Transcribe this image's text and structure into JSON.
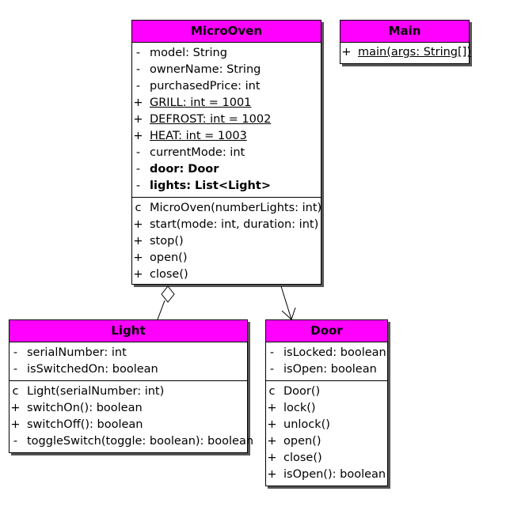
{
  "classes": {
    "microoven": {
      "name": "MicroOven",
      "attributes": [
        {
          "vis": "-",
          "text": "model: String"
        },
        {
          "vis": "-",
          "text": "ownerName: String"
        },
        {
          "vis": "-",
          "text": "purchasedPrice: int"
        },
        {
          "vis": "+",
          "text": "GRILL: int = 1001"
        },
        {
          "vis": "+",
          "text": "DEFROST: int = 1002"
        },
        {
          "vis": "+",
          "text": "HEAT: int = 1003"
        },
        {
          "vis": "-",
          "text": "currentMode: int"
        },
        {
          "vis": "-",
          "text": "door: Door"
        },
        {
          "vis": "-",
          "text": "lights: List<Light>"
        }
      ],
      "operations": [
        {
          "vis": "c",
          "text": "MicroOven(numberLights: int)"
        },
        {
          "vis": "+",
          "text": "start(mode: int, duration: int)"
        },
        {
          "vis": "+",
          "text": "stop()"
        },
        {
          "vis": "+",
          "text": "open()"
        },
        {
          "vis": "+",
          "text": "close()"
        }
      ]
    },
    "main": {
      "name": "Main",
      "operations": [
        {
          "vis": "+",
          "text": "main(args: String[])"
        }
      ]
    },
    "light": {
      "name": "Light",
      "attributes": [
        {
          "vis": "-",
          "text": "serialNumber: int"
        },
        {
          "vis": "-",
          "text": "isSwitchedOn: boolean"
        }
      ],
      "operations": [
        {
          "vis": "c",
          "text": "Light(serialNumber: int)"
        },
        {
          "vis": "+",
          "text": "switchOn(): boolean"
        },
        {
          "vis": "+",
          "text": "switchOff(): boolean"
        },
        {
          "vis": "-",
          "text": "toggleSwitch(toggle: boolean): boolean"
        }
      ]
    },
    "door": {
      "name": "Door",
      "attributes": [
        {
          "vis": "-",
          "text": "isLocked: boolean"
        },
        {
          "vis": "-",
          "text": "isOpen: boolean"
        }
      ],
      "operations": [
        {
          "vis": "c",
          "text": "Door()"
        },
        {
          "vis": "+",
          "text": "lock()"
        },
        {
          "vis": "+",
          "text": "unlock()"
        },
        {
          "vis": "+",
          "text": "open()"
        },
        {
          "vis": "+",
          "text": "close()"
        },
        {
          "vis": "+",
          "text": "isOpen(): boolean"
        }
      ]
    }
  },
  "relationships": [
    {
      "kind": "aggregation",
      "from": "MicroOven",
      "to": "Light"
    },
    {
      "kind": "association",
      "from": "MicroOven",
      "to": "Door"
    }
  ],
  "colors": {
    "header_fill": "#ff00ff",
    "border": "#000000",
    "shadow": "#555555"
  }
}
